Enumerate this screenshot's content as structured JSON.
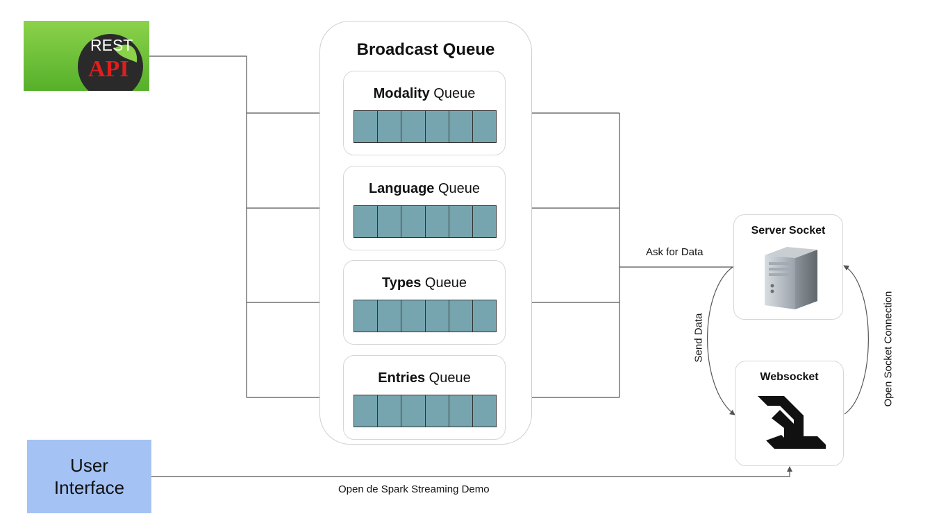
{
  "rest_api": {
    "logo_top_text": "REST",
    "logo_bottom_text": "API"
  },
  "user_interface": {
    "line1": "User",
    "line2": "Interface"
  },
  "broadcast": {
    "title": "Broadcast Queue",
    "queues": [
      {
        "bold": "Modality",
        "suffix": " Queue"
      },
      {
        "bold": "Language",
        "suffix": " Queue"
      },
      {
        "bold": "Types",
        "suffix": " Queue"
      },
      {
        "bold": "Entries",
        "suffix": " Queue"
      }
    ]
  },
  "server_socket": {
    "title": "Server Socket"
  },
  "websocket": {
    "title": "Websocket"
  },
  "labels": {
    "ask_for_data": "Ask for Data",
    "send_data": "Send Data",
    "open_socket_connection": "Open Socket Connection",
    "open_demo": "Open de Spark Streaming Demo"
  },
  "colors": {
    "rest_green": "#6cc23a",
    "logo_red": "#e11d1d",
    "ui_blue": "#a4c2f4",
    "queue_cell": "#76a5af",
    "line": "#555555"
  }
}
